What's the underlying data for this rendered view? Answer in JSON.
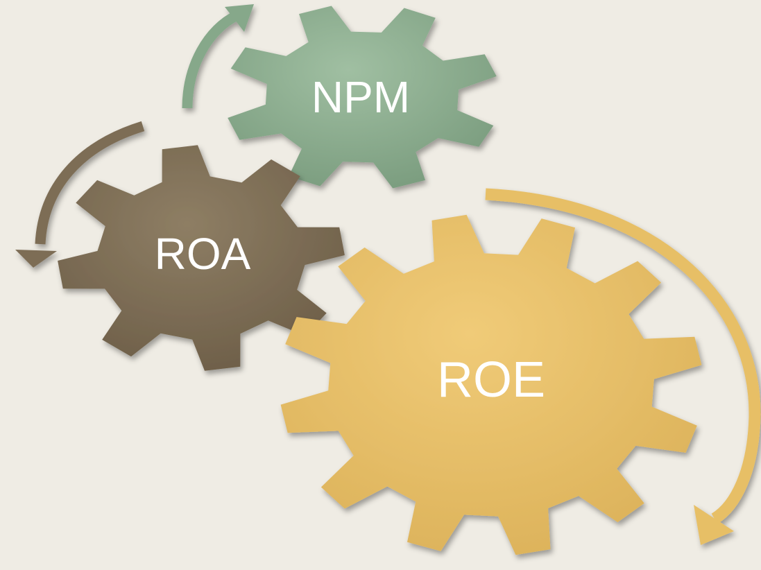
{
  "diagram": {
    "background": "#efece4",
    "gears": [
      {
        "id": "npm",
        "label": "NPM",
        "color": "#86a88a",
        "shade": "#5f7e63"
      },
      {
        "id": "roa",
        "label": "ROA",
        "color": "#7d6d55",
        "shade": "#584b38"
      },
      {
        "id": "roe",
        "label": "ROE",
        "color": "#e7bf66",
        "shade": "#b88f3b"
      }
    ],
    "arrows": [
      {
        "id": "npm-arrow",
        "color": "#86a88a"
      },
      {
        "id": "roa-arrow",
        "color": "#7d6d55"
      },
      {
        "id": "roe-arrow",
        "color": "#e7bf66"
      }
    ]
  }
}
